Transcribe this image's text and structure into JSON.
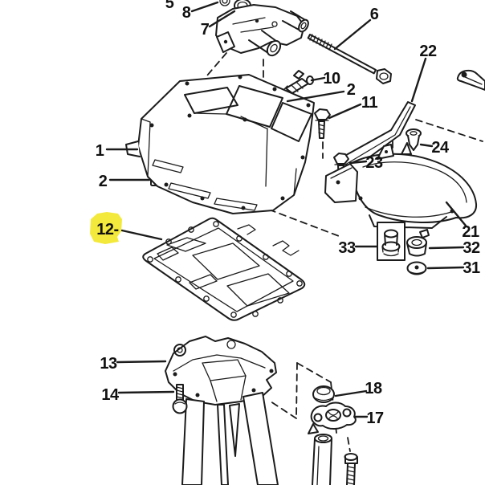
{
  "colors": {
    "background": "#ffffff",
    "line": "#1b1b1b",
    "highlight": "#f3e93c"
  },
  "highlighted_part": "12",
  "callouts": [
    {
      "part": "5",
      "label": "5"
    },
    {
      "part": "8",
      "label": "8"
    },
    {
      "part": "7",
      "label": "7"
    },
    {
      "part": "6",
      "label": "6"
    },
    {
      "part": "22",
      "label": "22"
    },
    {
      "part": "10",
      "label": "10"
    },
    {
      "part": "2-upper",
      "label": "2"
    },
    {
      "part": "11",
      "label": "11"
    },
    {
      "part": "1",
      "label": "1"
    },
    {
      "part": "2-lower",
      "label": "2"
    },
    {
      "part": "12",
      "label": "12-",
      "highlighted": true
    },
    {
      "part": "24",
      "label": "24"
    },
    {
      "part": "23",
      "label": "23"
    },
    {
      "part": "21",
      "label": "21"
    },
    {
      "part": "33",
      "label": "33"
    },
    {
      "part": "32",
      "label": "32"
    },
    {
      "part": "31",
      "label": "31"
    },
    {
      "part": "13",
      "label": "13"
    },
    {
      "part": "14",
      "label": "14"
    },
    {
      "part": "18",
      "label": "18"
    },
    {
      "part": "17",
      "label": "17"
    }
  ]
}
